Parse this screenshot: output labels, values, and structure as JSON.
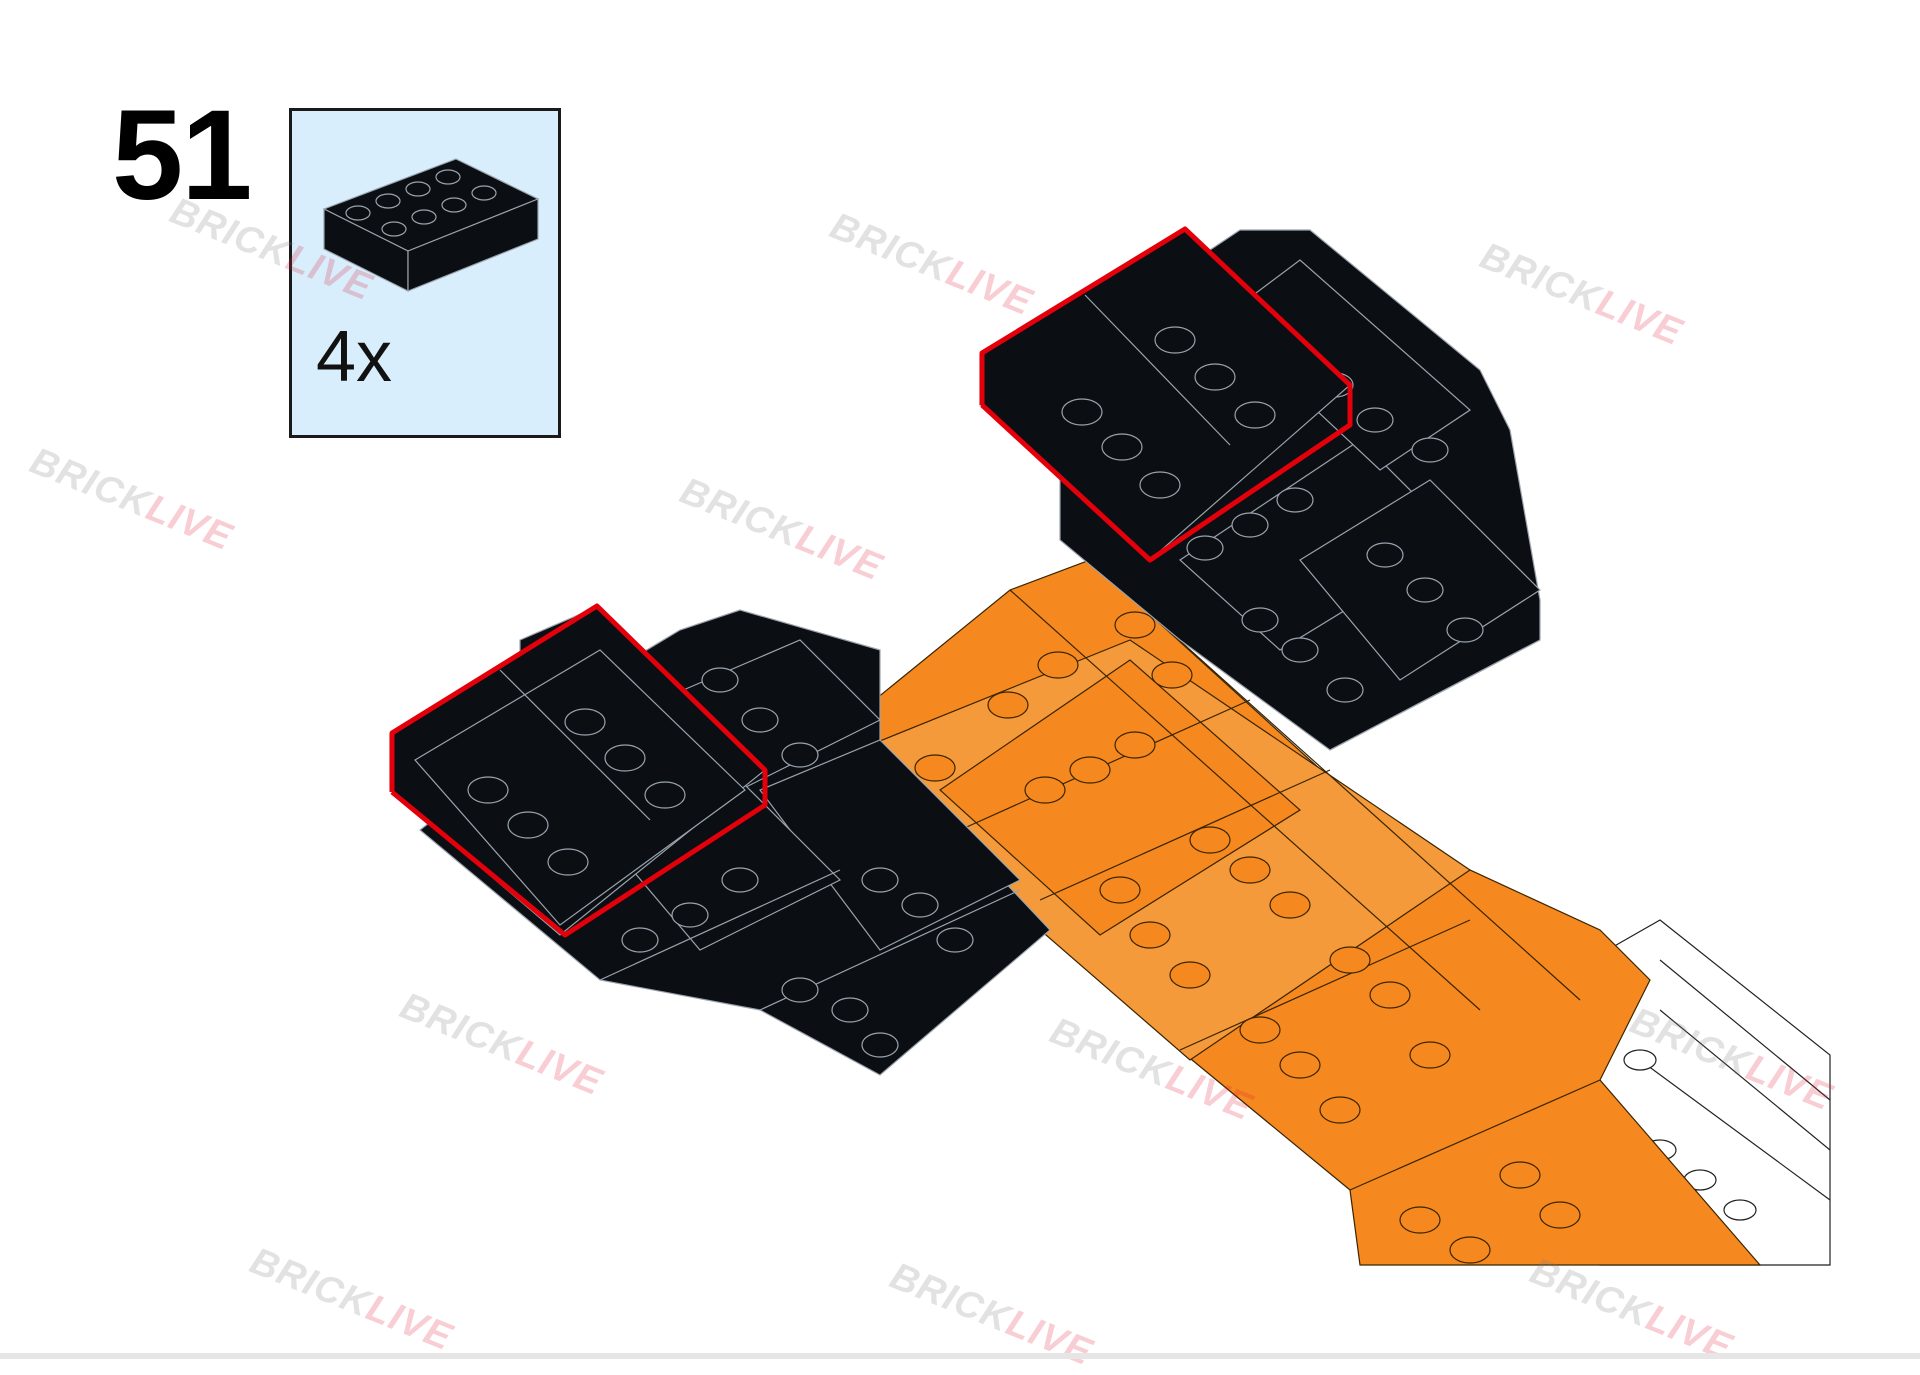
{
  "step": {
    "number": "51"
  },
  "parts": {
    "quantity": "4x",
    "piece_color": "#0b0f14"
  },
  "colors": {
    "black_brick": "#0b0f14",
    "orange_brick": "#f5891f",
    "white_brick": "#ffffff",
    "highlight": "#e3000b",
    "parts_box_bg": "#d8eefc"
  },
  "watermark": {
    "part1": "BRICK",
    "part2": "LIVE"
  }
}
